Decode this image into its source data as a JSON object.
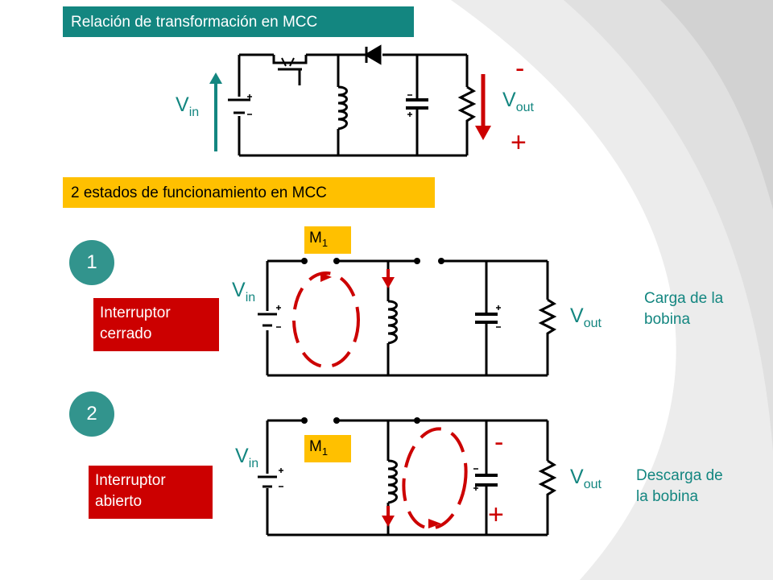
{
  "header": {
    "title": "Relación de transformación en MCC"
  },
  "section": {
    "title": "2 estados de funcionamiento en MCC"
  },
  "circuit_top": {
    "vin_main": "V",
    "vin_sub": "in",
    "vout_main": "V",
    "vout_sub": "out",
    "sign_minus": "-",
    "sign_plus": "+"
  },
  "state1": {
    "number": "1",
    "switch_main": "M",
    "switch_sub": "1",
    "status_line1": "Interruptor",
    "status_line2": "cerrado",
    "vin_main": "V",
    "vin_sub": "in",
    "vout_main": "V",
    "vout_sub": "out",
    "desc_line1": "Carga de la",
    "desc_line2": "bobina"
  },
  "state2": {
    "number": "2",
    "switch_main": "M",
    "switch_sub": "1",
    "status_line1": "Interruptor",
    "status_line2": "abierto",
    "vin_main": "V",
    "vin_sub": "in",
    "vout_main": "V",
    "vout_sub": "out",
    "desc_line1": "Descarga de",
    "desc_line2": "la bobina",
    "sign_minus": "-",
    "sign_plus": "+"
  },
  "colors": {
    "teal": "#138680",
    "yellow": "#ffc000",
    "red": "#cc0000",
    "badge": "#32948d"
  }
}
